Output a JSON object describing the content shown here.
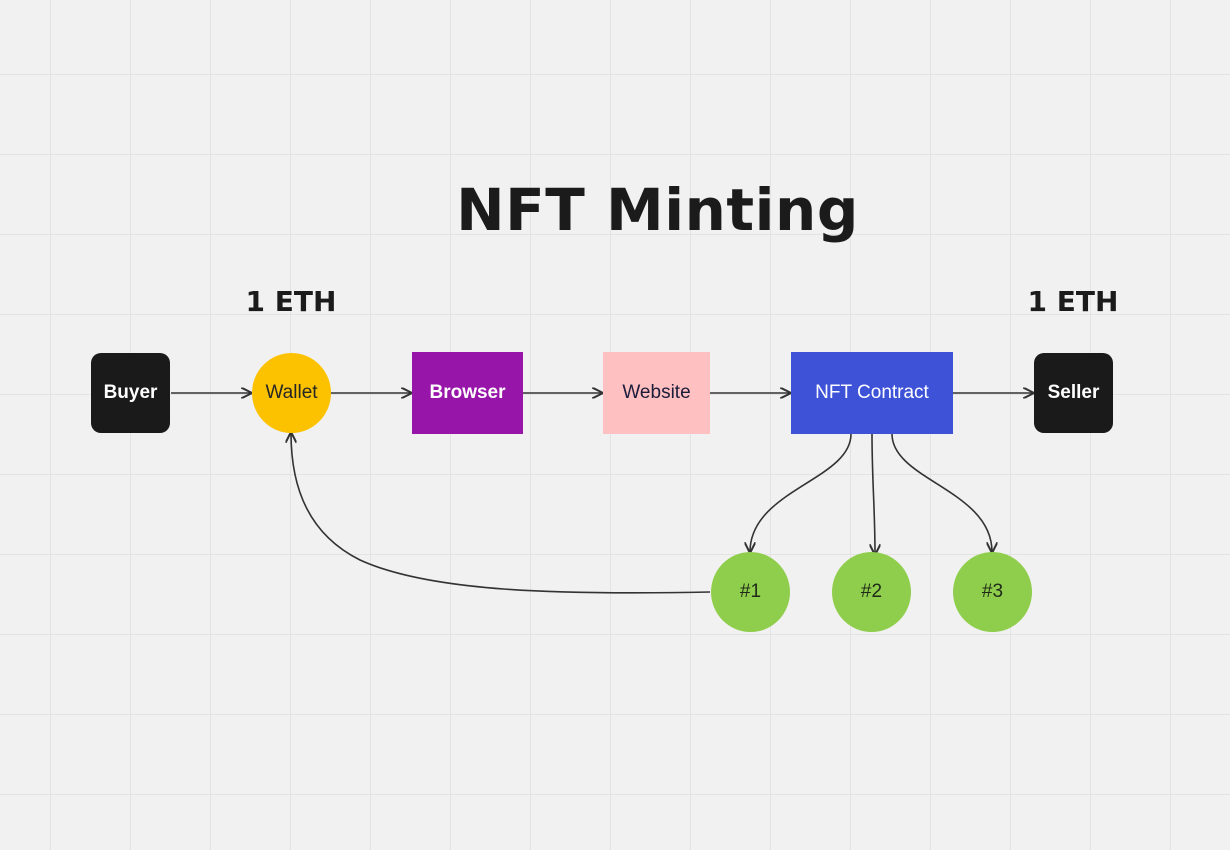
{
  "title": "NFT Minting",
  "eth_labels": {
    "left": "1 ETH",
    "right": "1 ETH"
  },
  "nodes": {
    "buyer": "Buyer",
    "wallet": "Wallet",
    "browser": "Browser",
    "website": "Website",
    "contract": "NFT Contract",
    "seller": "Seller",
    "nft1": "#1",
    "nft2": "#2",
    "nft3": "#3"
  },
  "colors": {
    "background": "#f2f1f1",
    "dark_node": "#1a1a1a",
    "wallet": "#fcc200",
    "browser": "#9715a9",
    "website": "#ffc0c1",
    "contract": "#3e52d8",
    "nft": "#8fce4c",
    "connector": "#333333"
  }
}
